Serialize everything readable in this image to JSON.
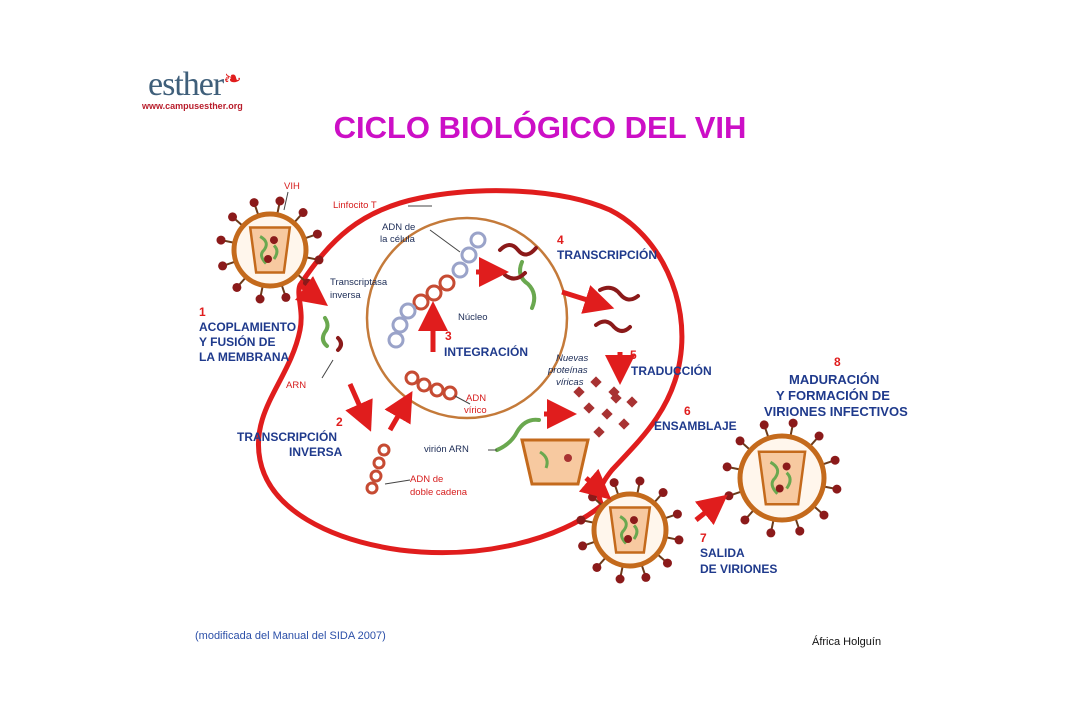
{
  "logo": {
    "word": "esther",
    "url": "www.campusesther.org"
  },
  "title": "CICLO BIOLÓGICO DEL VIH",
  "labels": {
    "vih": "VIH",
    "linfocito": "Linfocito T",
    "adn_celula_1": "ADN de",
    "adn_celula_2": "la célula",
    "transcriptasa_1": "Transcriptasa",
    "transcriptasa_2": "inversa",
    "nucleo": "Núcleo",
    "arn": "ARN",
    "adn_virico_1": "ADN",
    "adn_virico_2": "vírico",
    "adn_doble_1": "ADN de",
    "adn_doble_2": "doble cadena",
    "nuevas_1": "Nuevas",
    "nuevas_2": "proteínas",
    "nuevas_3": "víricas",
    "virion_arn": "virión ARN"
  },
  "steps": [
    {
      "num": "1",
      "lines": [
        "ACOPLAMIENTO",
        "Y FUSIÓN DE",
        "LA MEMBRANA"
      ]
    },
    {
      "num": "2",
      "lines": [
        "TRANSCRIPCIÓN",
        "INVERSA"
      ]
    },
    {
      "num": "3",
      "lines": [
        "INTEGRACIÓN"
      ]
    },
    {
      "num": "4",
      "lines": [
        "TRANSCRIPCIÓN"
      ]
    },
    {
      "num": "5",
      "lines": [
        "TRADUCCIÓN"
      ]
    },
    {
      "num": "6",
      "lines": [
        "ENSAMBLAJE"
      ]
    },
    {
      "num": "7",
      "lines": [
        "SALIDA",
        "DE VIRIONES"
      ]
    },
    {
      "num": "8",
      "lines": [
        "MADURACIÓN",
        "Y FORMACIÓN DE",
        "VIRIONES INFECTIVOS"
      ]
    }
  ],
  "credit": "(modificada del Manual del SIDA 2007)",
  "author": "África Holguín",
  "colors": {
    "title": "#cc0fc6",
    "membrane": "#e01d1d",
    "nucleus": "#c47a3a",
    "step_labels": "#1f3a8c",
    "virus_envelope": "#c46a1c",
    "capsid": "#f7c9a0",
    "rna": "#6aa84f",
    "spikes": "#8b1a1a"
  }
}
